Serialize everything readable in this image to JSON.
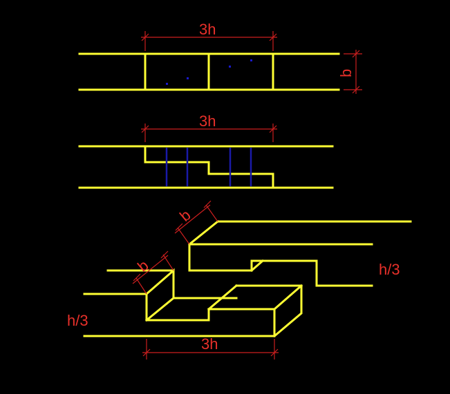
{
  "labels": {
    "top_width": "3h",
    "top_height": "b",
    "middle_width": "3h",
    "iso_b_upper": "b",
    "iso_b_lower": "b",
    "right_h3": "h/3",
    "left_h3": "h/3",
    "bottom_width": "3h"
  },
  "colors": {
    "background": "#000000",
    "structure": "#ffff33",
    "dimension": "#cc1f1f",
    "rebar": "#1a1aa8"
  }
}
